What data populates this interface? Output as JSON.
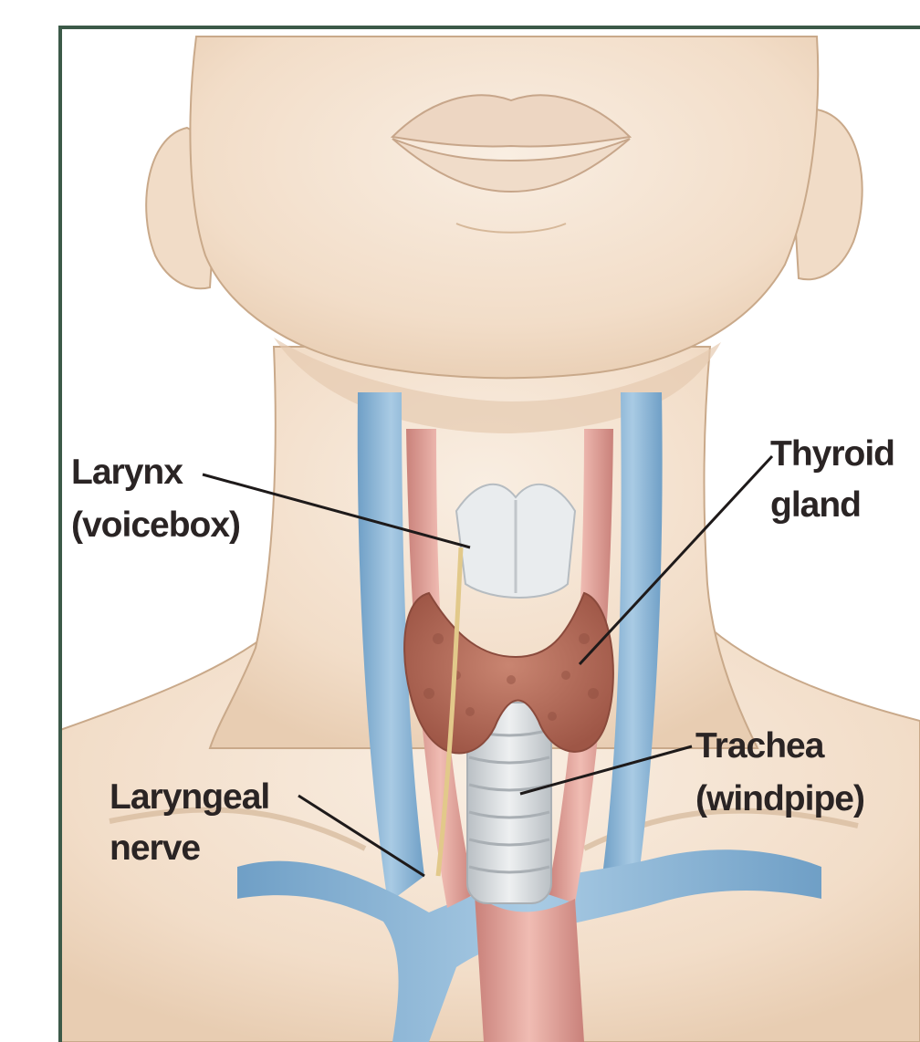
{
  "labels": {
    "larynx": {
      "line1": "Larynx",
      "line2": "(voicebox)"
    },
    "thyroid": {
      "line1": "Thyroid",
      "line2": "gland"
    },
    "trachea": {
      "line1": "Trachea",
      "line2": "(windpipe)"
    },
    "laryngeal_nerve": {
      "line1": "Laryngeal",
      "line2": "nerve"
    }
  },
  "colors": {
    "frame": "#3c5a48",
    "skin": "#f4e3d0",
    "skin_shadow": "#e2c4a6",
    "vein": "#8fb8d6",
    "artery": "#e0a199",
    "thyroid": "#b86f5c",
    "trachea": "#d9dde0"
  }
}
